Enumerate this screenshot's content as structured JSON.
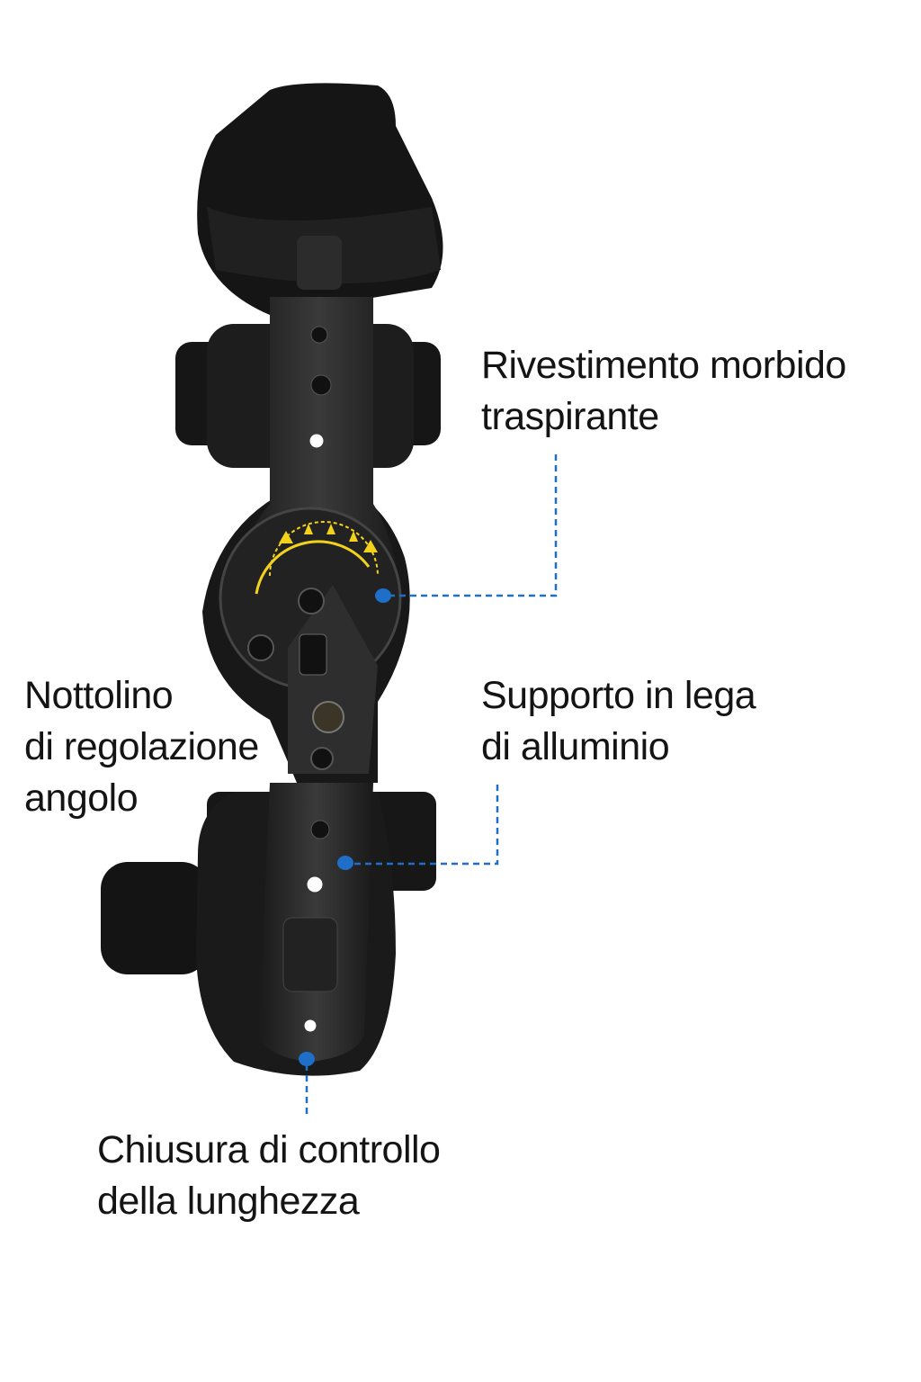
{
  "callouts": {
    "padding": {
      "lines": [
        "Rivestimento morbido",
        "traspirante"
      ]
    },
    "angle_knob": {
      "lines": [
        "Nottolino",
        "di regolazione",
        "angolo"
      ]
    },
    "support": {
      "lines": [
        "Supporto in lega",
        "di alluminio"
      ]
    },
    "length_lock": {
      "lines": [
        "Chiusura di controllo",
        "della lunghezza"
      ]
    }
  },
  "colors": {
    "leader": "#1f6fc8",
    "text": "#141414",
    "brace": "#1c1c1c",
    "accent": "#f2d21b"
  }
}
